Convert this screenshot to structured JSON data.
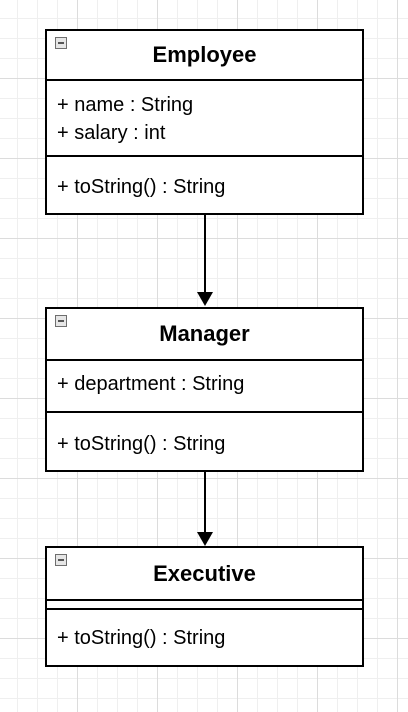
{
  "classes": [
    {
      "name": "Employee",
      "attributes": [
        "+ name : String",
        "+ salary : int"
      ],
      "methods": [
        "+ toString() : String"
      ]
    },
    {
      "name": "Manager",
      "attributes": [
        "+ department : String"
      ],
      "methods": [
        "+ toString() : String"
      ]
    },
    {
      "name": "Executive",
      "attributes": [],
      "methods": [
        "+ toString() : String"
      ]
    }
  ]
}
